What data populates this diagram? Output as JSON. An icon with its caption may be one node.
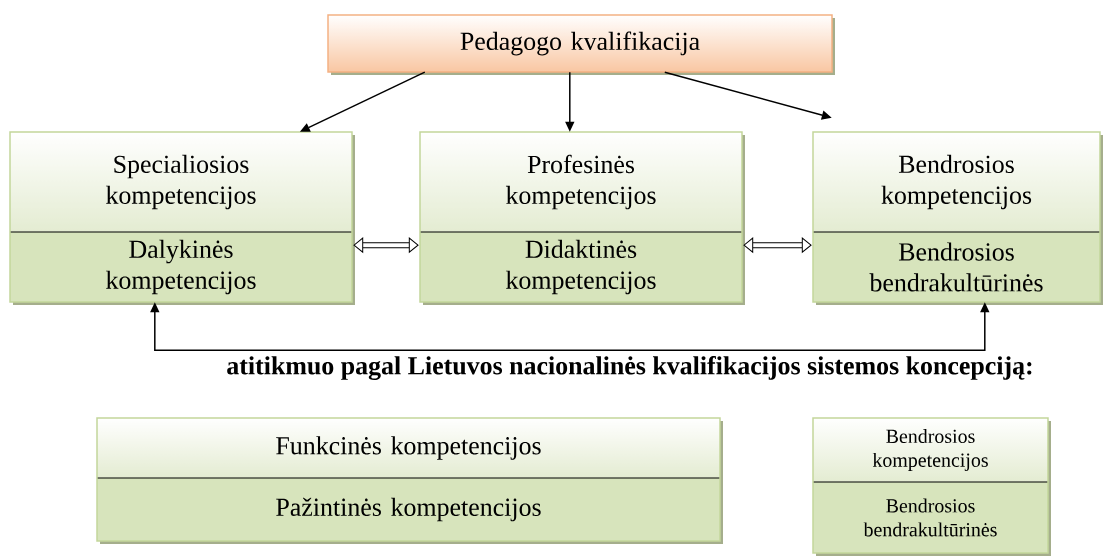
{
  "diagram": {
    "nodes": [
      {
        "text": [
          "Pedagogo kvalifikacija"
        ]
      },
      {
        "text": [
          "Specialiosios kompetencijos",
          "Dalykinės kompetencijos"
        ]
      },
      {
        "text": [
          "Profesinės kompetencijos",
          "Didaktinės kompetencijos"
        ]
      },
      {
        "text": [
          "Bendrosios kompetencijos",
          "Bendrosios bendrakultūrinės"
        ]
      },
      {
        "text": [
          "Funkcinės kompetencijos",
          "Pažintinės kompetencijos"
        ]
      },
      {
        "text": [
          "Bendrosios kompetencijos",
          "Bendrosios bendrakultūrinės"
        ]
      }
    ],
    "edges": [
      {
        "from": 0,
        "to": 1,
        "arrow": "to"
      },
      {
        "from": 0,
        "to": 2,
        "arrow": "to"
      },
      {
        "from": 0,
        "to": 3,
        "arrow": "to"
      },
      {
        "from": 1,
        "to": 2,
        "arrow": "both",
        "style": "thick"
      },
      {
        "from": 2,
        "to": 3,
        "arrow": "both",
        "style": "thick"
      },
      {
        "from": 1,
        "to": 3,
        "arrow": "both"
      }
    ],
    "labels": [
      "atitikmuo pagal Lietuvos nacionalinės kvalifikacijos sistemos koncepciją:"
    ]
  }
}
